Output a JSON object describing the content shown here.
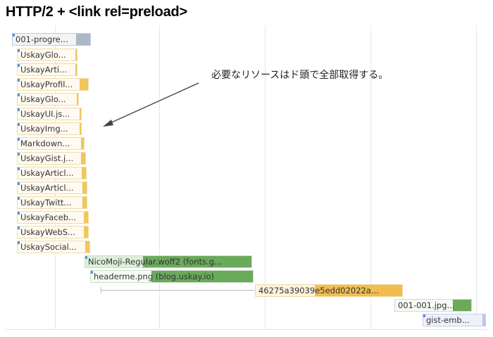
{
  "title": "HTTP/2 + <link rel=preload>",
  "annotation": "必要なリソースはド頭で全部取得する。",
  "colors": {
    "script": "#f2c75a",
    "font": "#6aaa5b",
    "image": "#6aaa5b",
    "document": "#aeb8c4",
    "iframe": "#b8c7ea",
    "xhr": "#f0bd4f",
    "start_marker": "#5b8fd6"
  },
  "requests": [
    {
      "label": "001-progre...",
      "type": "document"
    },
    {
      "label": "UskayGlo...",
      "type": "script"
    },
    {
      "label": "UskayArti...",
      "type": "script"
    },
    {
      "label": "UskayProfil...",
      "type": "script"
    },
    {
      "label": "UskayGlo...",
      "type": "script"
    },
    {
      "label": "UskayUI.js...",
      "type": "script"
    },
    {
      "label": "UskayImg...",
      "type": "script"
    },
    {
      "label": "Markdown...",
      "type": "script"
    },
    {
      "label": "UskayGist.j...",
      "type": "script"
    },
    {
      "label": "UskayArticl...",
      "type": "script"
    },
    {
      "label": "UskayArticl...",
      "type": "script"
    },
    {
      "label": "UskayTwitt...",
      "type": "script"
    },
    {
      "label": "UskayFaceb...",
      "type": "script"
    },
    {
      "label": "UskayWebS...",
      "type": "script"
    },
    {
      "label": "UskaySocial...",
      "type": "script"
    },
    {
      "label": "NicoMoji-Regular.woff2 (fonts.g...",
      "type": "font"
    },
    {
      "label": "headerme.png (blog.uskay.io)",
      "type": "image"
    },
    {
      "label": "46275a39039e5edd02022a...",
      "type": "xhr"
    },
    {
      "label": "001-001.jpg...",
      "type": "image"
    },
    {
      "label": "gist-emb...",
      "type": "iframe"
    }
  ]
}
